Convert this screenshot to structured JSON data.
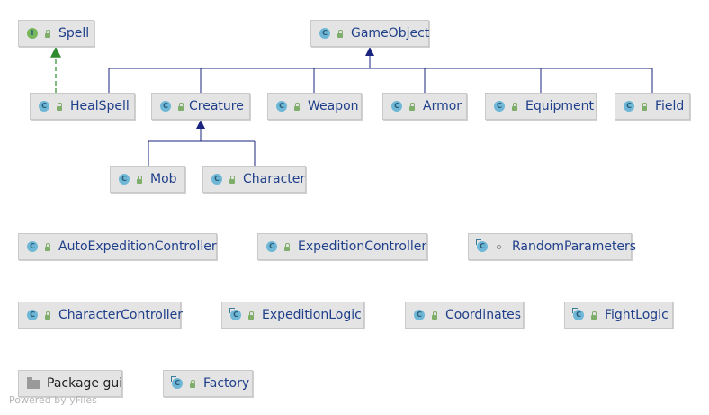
{
  "nodes": {
    "spell": {
      "label": "Spell",
      "kind": "interface",
      "icon": "interface-icon"
    },
    "game_object": {
      "label": "GameObject",
      "kind": "class",
      "icon": "class-icon"
    },
    "heal_spell": {
      "label": "HealSpell",
      "kind": "class",
      "icon": "class-icon"
    },
    "creature": {
      "label": "Creature",
      "kind": "class",
      "icon": "abstract-class-icon"
    },
    "weapon": {
      "label": "Weapon",
      "kind": "class",
      "icon": "class-icon"
    },
    "armor": {
      "label": "Armor",
      "kind": "class",
      "icon": "class-icon"
    },
    "equipment": {
      "label": "Equipment",
      "kind": "class",
      "icon": "class-icon"
    },
    "field": {
      "label": "Field",
      "kind": "class",
      "icon": "class-icon"
    },
    "mob": {
      "label": "Mob",
      "kind": "class",
      "icon": "class-icon"
    },
    "character": {
      "label": "Character",
      "kind": "class",
      "icon": "class-icon"
    },
    "auto_expedition_controller": {
      "label": "AutoExpeditionController",
      "kind": "class",
      "icon": "class-icon"
    },
    "expedition_controller": {
      "label": "ExpeditionController",
      "kind": "class",
      "icon": "class-icon"
    },
    "random_parameters": {
      "label": "RandomParameters",
      "kind": "class",
      "icon": "static-class-icon"
    },
    "character_controller": {
      "label": "CharacterController",
      "kind": "class",
      "icon": "class-icon"
    },
    "expedition_logic": {
      "label": "ExpeditionLogic",
      "kind": "class",
      "icon": "static-class-icon"
    },
    "coordinates": {
      "label": "Coordinates",
      "kind": "class",
      "icon": "class-icon"
    },
    "fight_logic": {
      "label": "FightLogic",
      "kind": "class",
      "icon": "static-class-icon"
    },
    "package_gui": {
      "label": "Package gui",
      "kind": "package",
      "icon": "folder-icon"
    },
    "factory": {
      "label": "Factory",
      "kind": "class",
      "icon": "static-class-icon"
    }
  },
  "icon_letters": {
    "interface": "I",
    "class": "C"
  },
  "edges": [
    {
      "from": "heal_spell",
      "to": "spell",
      "type": "implements",
      "color": "#2e8b2e"
    },
    {
      "from": "heal_spell",
      "to": "game_object",
      "type": "extends",
      "color": "#1a237e"
    },
    {
      "from": "creature",
      "to": "game_object",
      "type": "extends",
      "color": "#1a237e"
    },
    {
      "from": "weapon",
      "to": "game_object",
      "type": "extends",
      "color": "#1a237e"
    },
    {
      "from": "armor",
      "to": "game_object",
      "type": "extends",
      "color": "#1a237e"
    },
    {
      "from": "equipment",
      "to": "game_object",
      "type": "extends",
      "color": "#1a237e"
    },
    {
      "from": "field",
      "to": "game_object",
      "type": "extends",
      "color": "#1a237e"
    },
    {
      "from": "mob",
      "to": "creature",
      "type": "extends",
      "color": "#1a237e"
    },
    {
      "from": "character",
      "to": "creature",
      "type": "extends",
      "color": "#1a237e"
    }
  ],
  "footer": "Powered by yFiles",
  "colors": {
    "label": "#1f3f8a",
    "node_bg": "#e4e4e4",
    "extends_edge": "#1a237e",
    "implements_edge": "#2e8b2e"
  }
}
